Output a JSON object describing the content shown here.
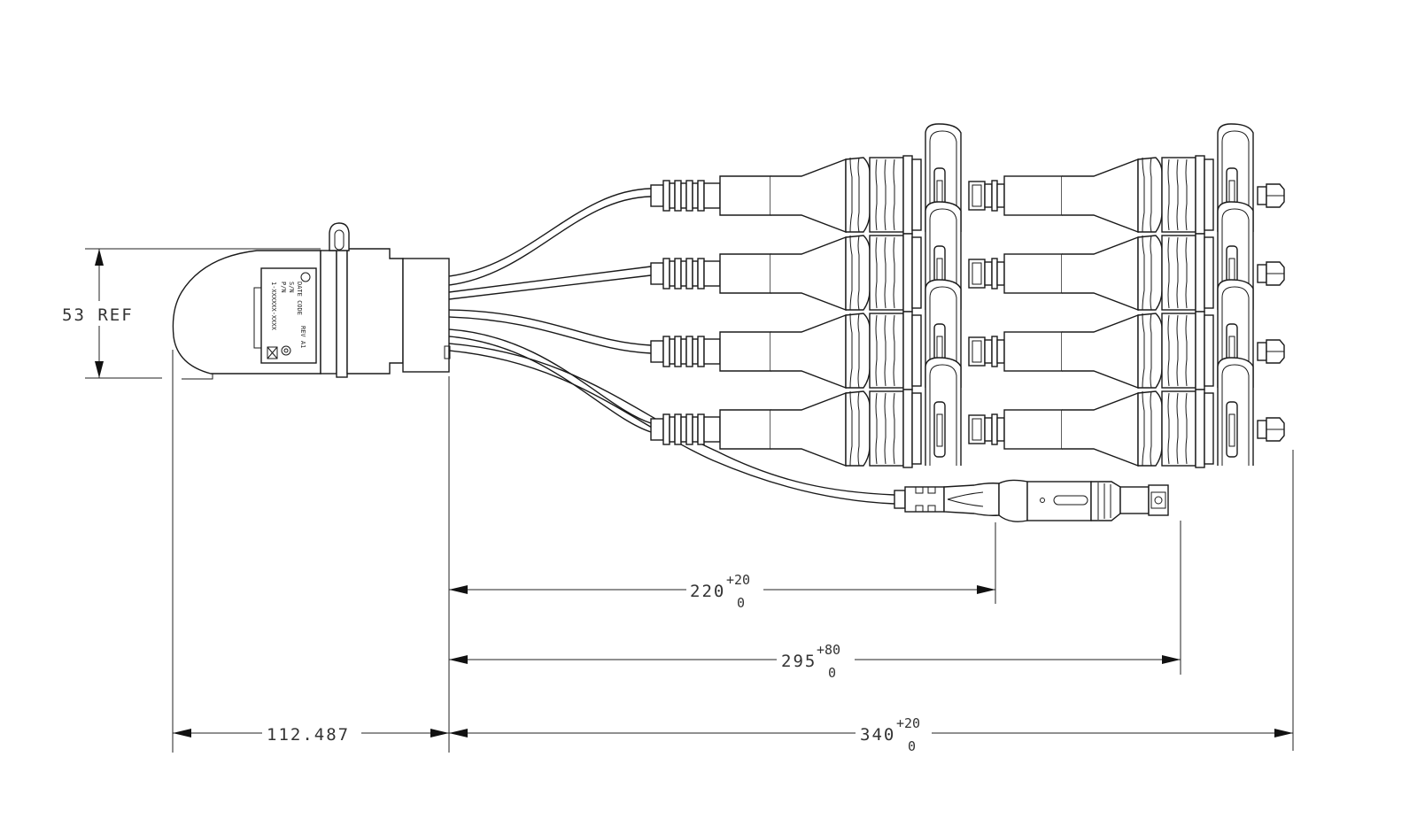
{
  "label": {
    "date_code": "DATE CODE",
    "sn": "S/N",
    "pn": "P/N",
    "rev": "REV A1",
    "part_number": "1-XXXXXX-XXXX"
  },
  "dimensions": {
    "height": {
      "value": "53 REF"
    },
    "dim_220": {
      "value": "220",
      "tol_plus": "+20",
      "tol_minus": "0"
    },
    "dim_295": {
      "value": "295",
      "tol_plus": "+80",
      "tol_minus": "0"
    },
    "dim_340": {
      "value": "340",
      "tol_plus": "+20",
      "tol_minus": "0"
    },
    "dim_112": {
      "value": "112.487"
    }
  }
}
